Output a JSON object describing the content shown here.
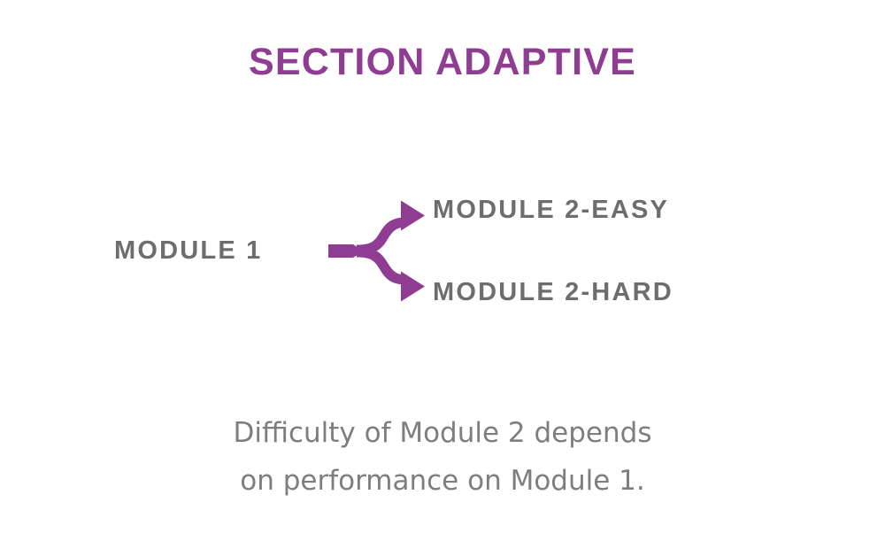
{
  "slide": {
    "background_color": "#ffffff",
    "title": "SECTION ADAPTIVE",
    "title_color": "#8e3d93"
  },
  "diagram": {
    "type": "branching-flow",
    "accent_color": "#8e3d93",
    "label_color": "#6d6d6d",
    "source_node": {
      "id": "module-1",
      "label": "MODULE 1"
    },
    "branches": [
      {
        "id": "module-2-easy",
        "label": "MODULE 2-EASY",
        "direction": "up",
        "arrow_icon": "curved-arrow-up-right-icon"
      },
      {
        "id": "module-2-hard",
        "label": "MODULE 2-HARD",
        "direction": "down",
        "arrow_icon": "curved-arrow-down-right-icon"
      }
    ]
  },
  "caption": {
    "color": "#7e7e7e",
    "lines": [
      "Difficulty of Module 2 depends",
      "on performance on Module 1."
    ]
  }
}
